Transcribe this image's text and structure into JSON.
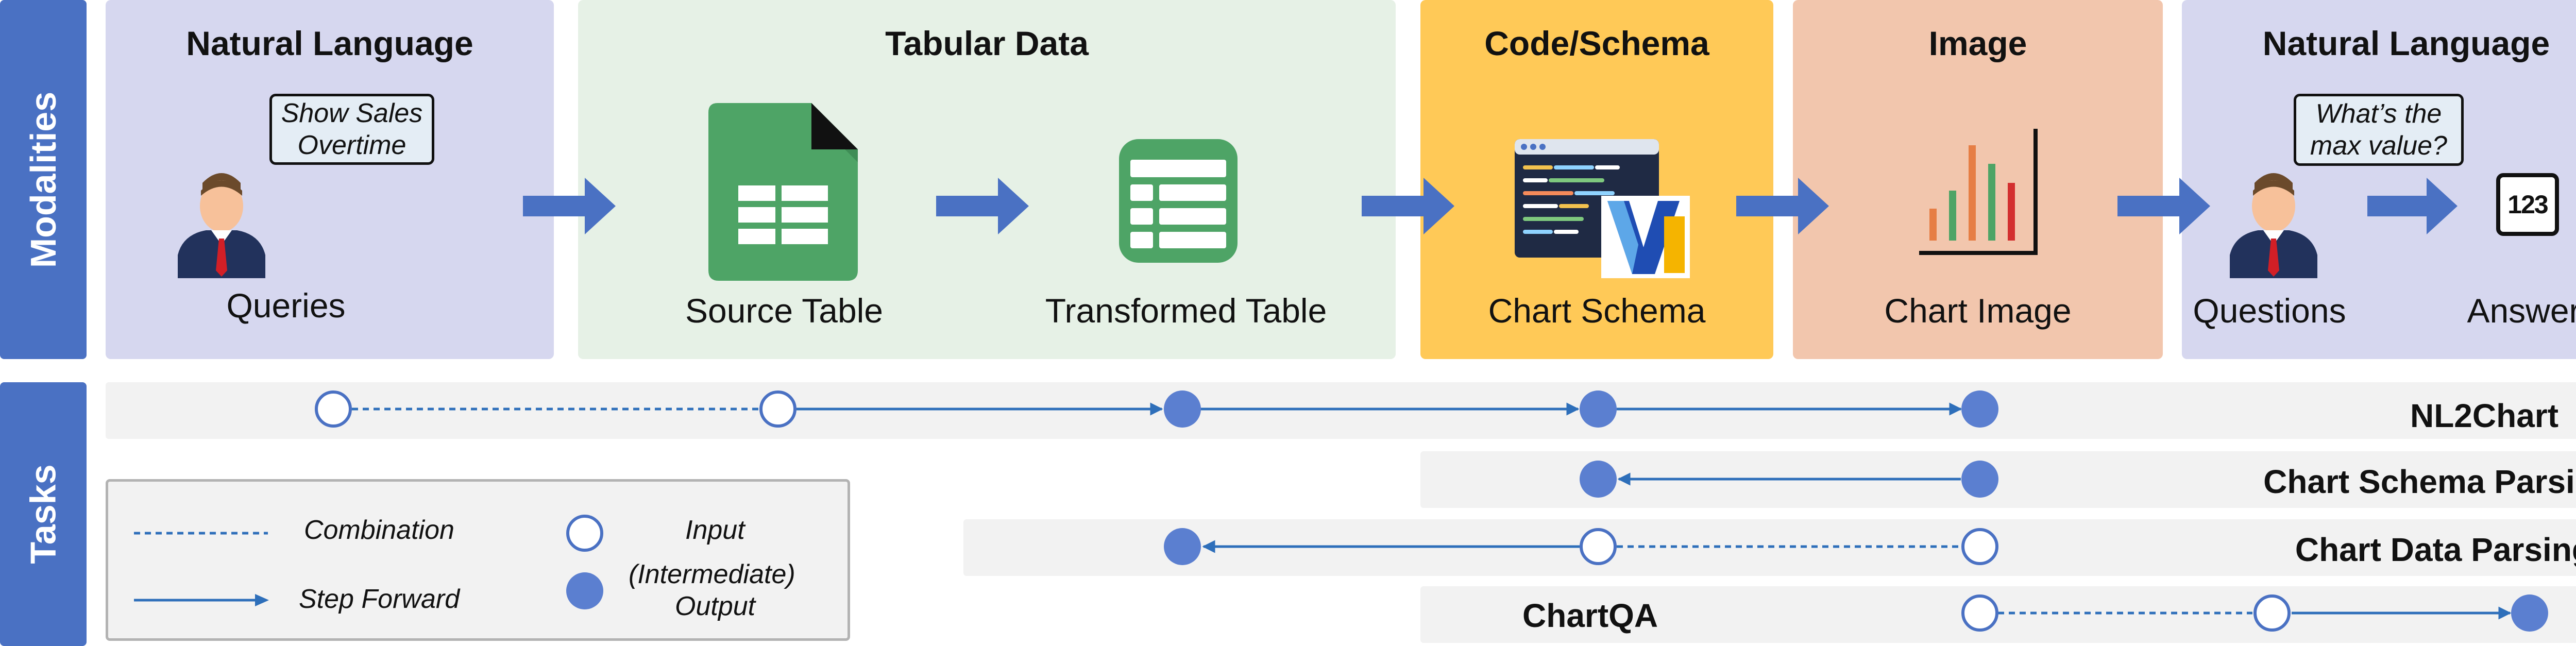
{
  "sections": {
    "modalities_label": "Modalities",
    "tasks_label": "Tasks"
  },
  "panels": {
    "nl_in": {
      "title": "Natural Language",
      "bubble": "Show Sales Overtime",
      "caption": "Queries"
    },
    "tabular": {
      "title": "Tabular Data",
      "caption_source": "Source Table",
      "caption_transformed": "Transformed Table"
    },
    "code": {
      "title": "Code/Schema",
      "caption": "Chart Schema"
    },
    "image": {
      "title": "Image",
      "caption": "Chart Image"
    },
    "nl_out": {
      "title": "Natural Language",
      "bubble": "What’s the max value?",
      "caption_questions": "Questions",
      "caption_answers": "Answers",
      "answers_icon_text": "123"
    }
  },
  "tasks": [
    {
      "label": "NL2Chart"
    },
    {
      "label": "Chart Schema Parsing"
    },
    {
      "label": "Chart Data Parsing"
    },
    {
      "label": "ChartQA"
    }
  ],
  "legend": {
    "combination": "Combination",
    "step_forward": "Step Forward",
    "input": "Input",
    "output_line1": "(Intermediate)",
    "output_line2": "Output"
  },
  "colors": {
    "accent_blue": "#4a71c3",
    "node_blue": "#5b7fd0",
    "panel_nl": "#d6d7ef",
    "panel_tabular": "#e6f1e6",
    "panel_code": "#ffc957",
    "panel_image": "#f2c6ad",
    "sheets_green": "#4ea466"
  }
}
